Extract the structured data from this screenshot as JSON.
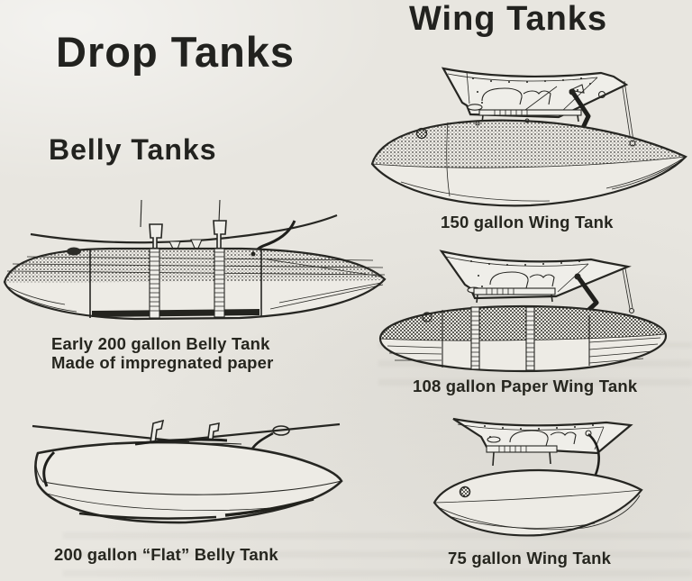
{
  "headings": {
    "drop_tanks": "Drop Tanks",
    "belly_tanks": "Belly Tanks",
    "wing_tanks": "Wing Tanks"
  },
  "figures": {
    "early_belly": {
      "illustration": "early-200-gallon-belly-tank-drawing",
      "lines": [
        "Early 200 gallon Belly Tank",
        "Made of impregnated paper"
      ]
    },
    "flat_belly": {
      "illustration": "200-gallon-flat-belly-tank-drawing",
      "caption": "200 gallon “Flat” Belly Tank"
    },
    "wing_150": {
      "illustration": "150-gallon-wing-tank-drawing",
      "caption": "150 gallon Wing Tank"
    },
    "wing_108": {
      "illustration": "108-gallon-paper-wing-tank-drawing",
      "caption": "108 gallon Paper Wing Tank"
    },
    "wing_75": {
      "illustration": "75-gallon-wing-tank-drawing",
      "caption": "75 gallon Wing Tank"
    }
  },
  "colors": {
    "paper_background": "#e8e6e0",
    "ink": "#262622"
  }
}
